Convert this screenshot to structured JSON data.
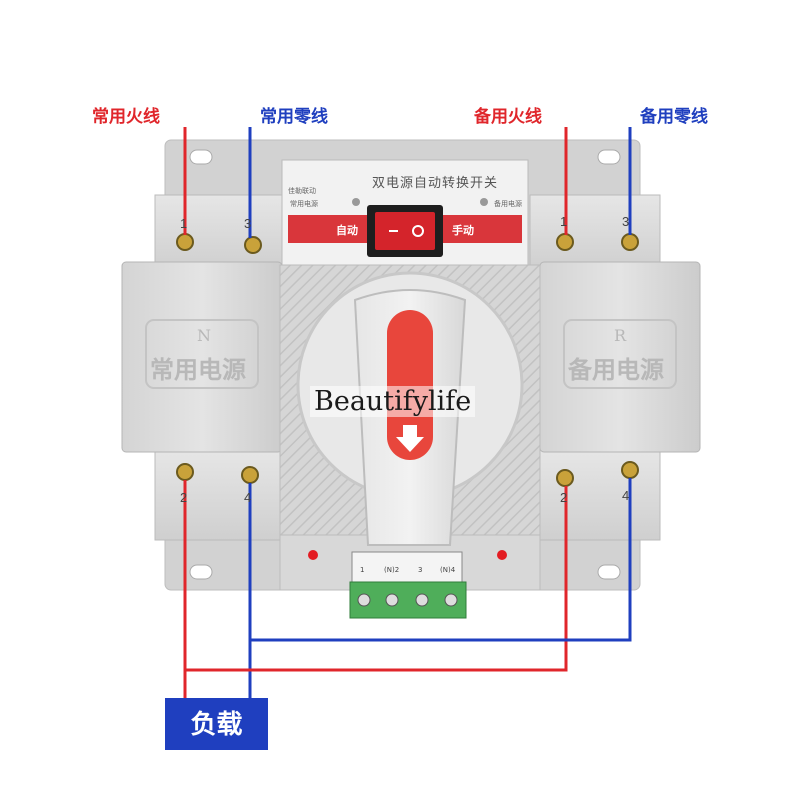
{
  "labels": {
    "normal_live": "常用火线",
    "normal_neutral": "常用零线",
    "backup_live": "备用火线",
    "backup_neutral": "备用零线",
    "load": "负载"
  },
  "device": {
    "title": "双电源自动转换开关",
    "brand": "佳勒联动",
    "normal_power_indicator": "常用电源",
    "backup_power_indicator": "备用电源",
    "switch_auto": "自动",
    "switch_manual": "手动",
    "left_panel_letter": "N",
    "left_panel_text": "常用电源",
    "right_panel_letter": "R",
    "right_panel_text": "备用电源",
    "terminal_labels": [
      "1",
      "3",
      "1",
      "3",
      "2",
      "4",
      "2",
      "4"
    ],
    "mini_terminal_labels": [
      "1",
      "(N)2",
      "3",
      "(N)4"
    ]
  },
  "watermark": "Beautifylife",
  "colors": {
    "live_wire": "#e0262b",
    "neutral_wire": "#1f3fbf",
    "body": "#dcdcdc",
    "handle_accent": "#e8463c"
  }
}
